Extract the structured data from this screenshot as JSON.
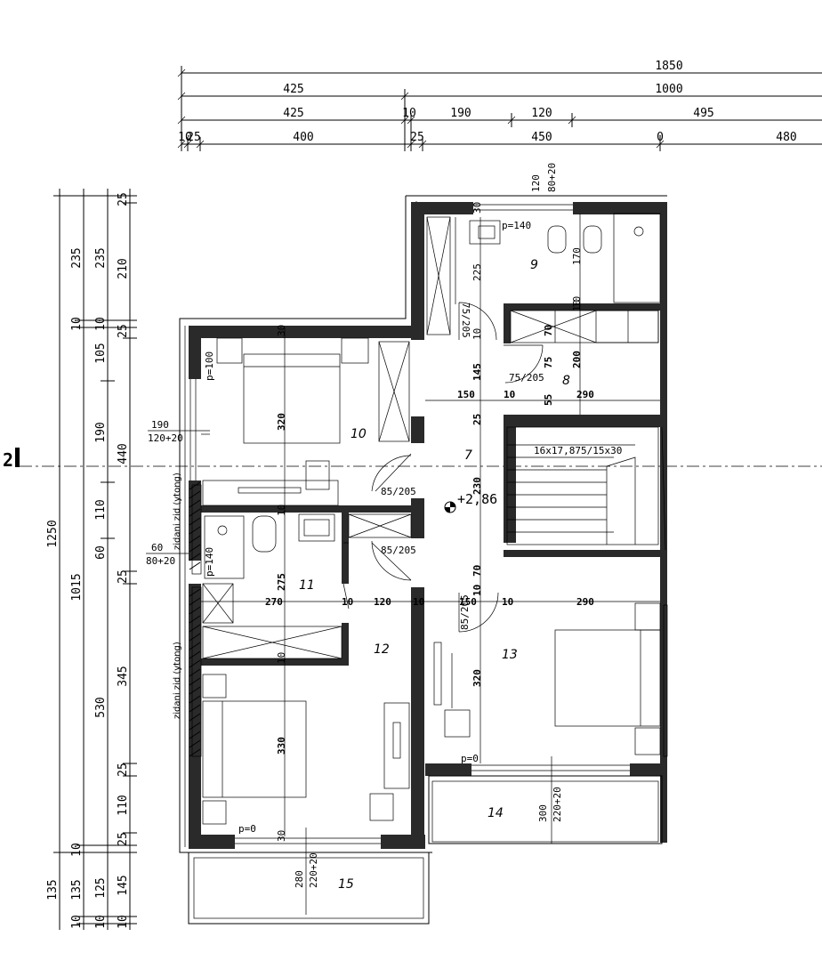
{
  "dims_top": {
    "r1": "1850",
    "r2": [
      "425",
      "1000"
    ],
    "r3": [
      "425",
      "10",
      "190",
      "120",
      "495"
    ],
    "r4": [
      "10",
      "25",
      "400",
      "25",
      "450",
      "0",
      "480"
    ]
  },
  "dims_left": {
    "c1": [
      "1250",
      "135"
    ],
    "c2": [
      "235",
      "10",
      "1015",
      "10",
      "135",
      "10"
    ],
    "c3": [
      "235",
      "10",
      "105",
      "190",
      "110",
      "60",
      "530",
      "125",
      "10"
    ],
    "c4": [
      "25",
      "210",
      "25",
      "440",
      "25",
      "345",
      "25",
      "110",
      "25",
      "145",
      "10"
    ]
  },
  "section_marker": "2",
  "rooms": [
    "7",
    "8",
    "9",
    "10",
    "11",
    "12",
    "13",
    "14",
    "15"
  ],
  "elevation": "+2,86",
  "stair_label": "16x17,875/15x30",
  "labels": {
    "p140a": "p=140",
    "p100": "p=100",
    "p140b": "p=140",
    "p0a": "p=0",
    "p0b": "p=0",
    "d75": "75/205",
    "d75b": "75/205",
    "d85a": "85/205",
    "d85b": "85/205",
    "d85c": "85/205",
    "win190": "190",
    "win120": "120+20",
    "win60": "60",
    "win80": "80+20",
    "top120": "120",
    "top80": "80+20",
    "b300": "300",
    "b220": "220+20",
    "b280": "280",
    "b220b": "220+20",
    "wallnote1": "zidani zid (ytong)",
    "wallnote2": "zidani zid (ytong)"
  },
  "inner_dims": {
    "v225": "225",
    "v170": "170",
    "v10a": "10",
    "v10b": "10",
    "v145": "145",
    "v25a": "25",
    "v30a": "30",
    "v230": "230",
    "v70a": "70",
    "v10c": "10",
    "v70b": "70",
    "v75": "75",
    "v200": "200",
    "v55": "55",
    "v320a": "320",
    "v10d": "10",
    "v275": "275",
    "v10e": "10",
    "v320b": "320",
    "v330": "330",
    "v30b": "30",
    "v30c": "30",
    "h150": "150",
    "h10a": "10",
    "h290a": "290",
    "h270": "270",
    "h10b": "10",
    "h120": "120",
    "h10c": "10",
    "h150b": "150",
    "h10d": "10",
    "h290b": "290",
    "v10f": "10"
  }
}
